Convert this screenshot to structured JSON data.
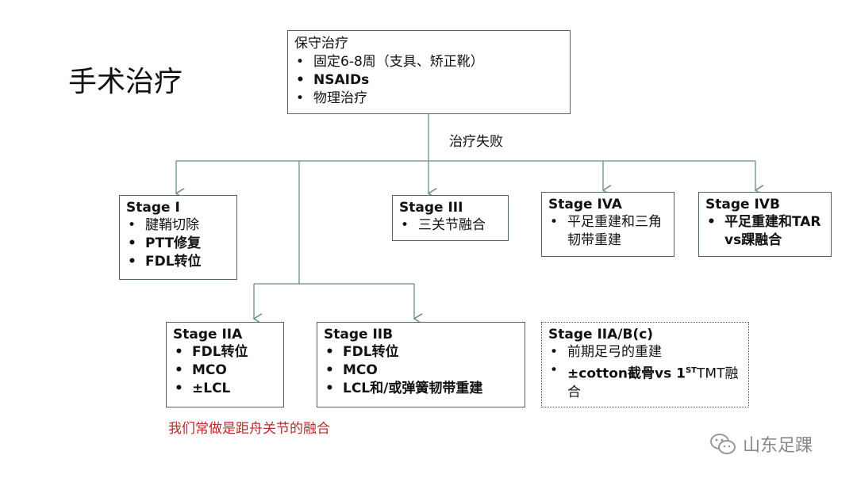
{
  "title": "手术治疗",
  "conservative": {
    "title": "保守治疗",
    "items": [
      "固定6-8周（支具、矫正靴）",
      "NSAIDs",
      "物理治疗"
    ]
  },
  "connector_label": "治疗失败",
  "stage1": {
    "title": "Stage I",
    "items": [
      "腱鞘切除",
      "PTT修复",
      "FDL转位"
    ]
  },
  "stage3": {
    "title": "Stage III",
    "items": [
      "三关节融合"
    ]
  },
  "stage4a": {
    "title": "Stage IVA",
    "items": [
      "平足重建和三角韧带重建"
    ]
  },
  "stage4b": {
    "title": "Stage IVB",
    "items": [
      "平足重建和TAR vs踝融合"
    ]
  },
  "stage2a": {
    "title": "Stage IIA",
    "items": [
      "FDL转位",
      "MCO",
      "±LCL"
    ]
  },
  "stage2b": {
    "title": "Stage IIB",
    "items": [
      "FDL转位",
      "MCO",
      "LCL和/或弹簧韧带重建"
    ]
  },
  "stage2abc": {
    "title": "Stage IIA/B(c)",
    "items": [
      "前期足弓的重建"
    ],
    "item2_pre": "±cotton截骨vs 1",
    "item2_sup": "ST",
    "item2_post": "TMT融合"
  },
  "red_note": "我们常做是距舟关节的融合",
  "logo_text": "山东足踝",
  "colors": {
    "box_border": "#4f6b55",
    "line": "#6b8f80",
    "note": "#c0282b"
  },
  "icons": [
    "wechat-logo-icon"
  ]
}
